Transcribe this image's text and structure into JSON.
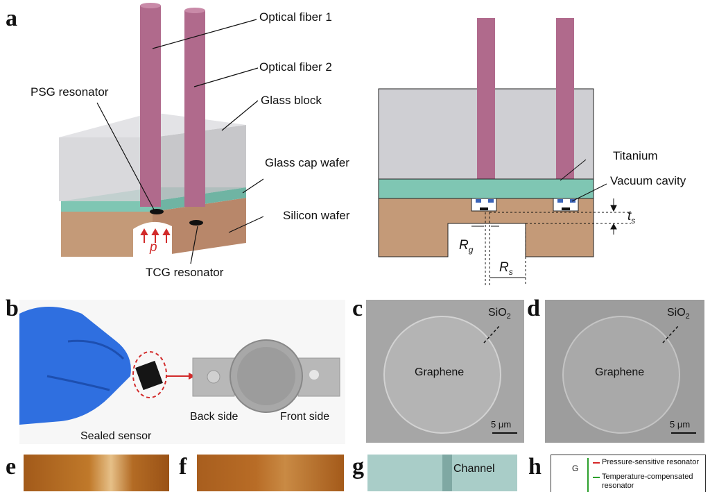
{
  "panels": {
    "a": "a",
    "b": "b",
    "c": "c",
    "d": "d",
    "e": "e",
    "f": "f",
    "g": "g",
    "h": "h"
  },
  "panel_a": {
    "labels": {
      "fiber1": "Optical fiber  1",
      "fiber2": "Optical fiber  2",
      "psg": "PSG resonator",
      "glass_block": "Glass block",
      "glass_cap": "Glass cap wafer",
      "silicon": "Silicon wafer",
      "pressure": "p",
      "tcg": "TCG resonator"
    },
    "cross_section": {
      "titanium": "Titanium",
      "vacuum": "Vacuum cavity",
      "ts": "t",
      "ts_sub": "s",
      "rg": "R",
      "rg_sub": "g",
      "rs": "R",
      "rs_sub": "s"
    }
  },
  "panel_b": {
    "sealed": "Sealed sensor",
    "back": "Back side",
    "front": "Front side"
  },
  "panel_c": {
    "sio2": "SiO",
    "sio2_sub": "2",
    "graphene": "Graphene",
    "scale": "5 μm"
  },
  "panel_d": {
    "sio2": "SiO",
    "sio2_sub": "2",
    "graphene": "Graphene",
    "scale": "5 μm"
  },
  "panel_g": {
    "channel": "Channel"
  },
  "panel_h": {
    "axis_letter": "G",
    "legend": [
      "Pressure-sensitive resonator",
      "Temperature-compensated resonator"
    ],
    "colors": {
      "pressure": "#d62728",
      "temperature": "#2ca02c"
    }
  },
  "colors": {
    "fiber": "#b06a8c",
    "glass_block": "#c8c8cc",
    "glass_cap": "#7fc6b3",
    "silicon": "#c49a78",
    "titanium": "#3a63b8",
    "pressure_arrow": "#d22b2b"
  }
}
